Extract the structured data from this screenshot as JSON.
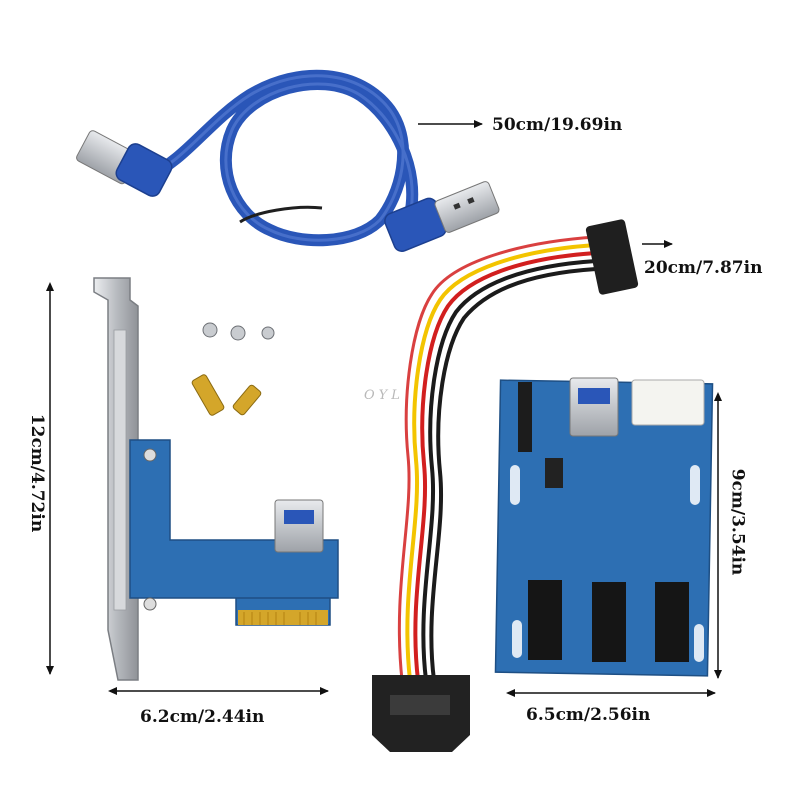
{
  "labels": {
    "cable_length": "50cm/19.69in",
    "power_cable_length": "20cm/7.87in",
    "bracket_height": "12cm/4.72in",
    "card_width": "6.2cm/2.44in",
    "board_height": "9cm/3.54in",
    "board_width": "6.5cm/2.56in"
  },
  "watermark": "OYL",
  "colors": {
    "usb_blue": "#2a56b8",
    "pcb_blue": "#2d6fb3",
    "bracket_silver": "#c9cbcf",
    "wire_yellow": "#f3c400",
    "wire_red": "#d21f1f",
    "wire_black": "#1b1b1b"
  }
}
